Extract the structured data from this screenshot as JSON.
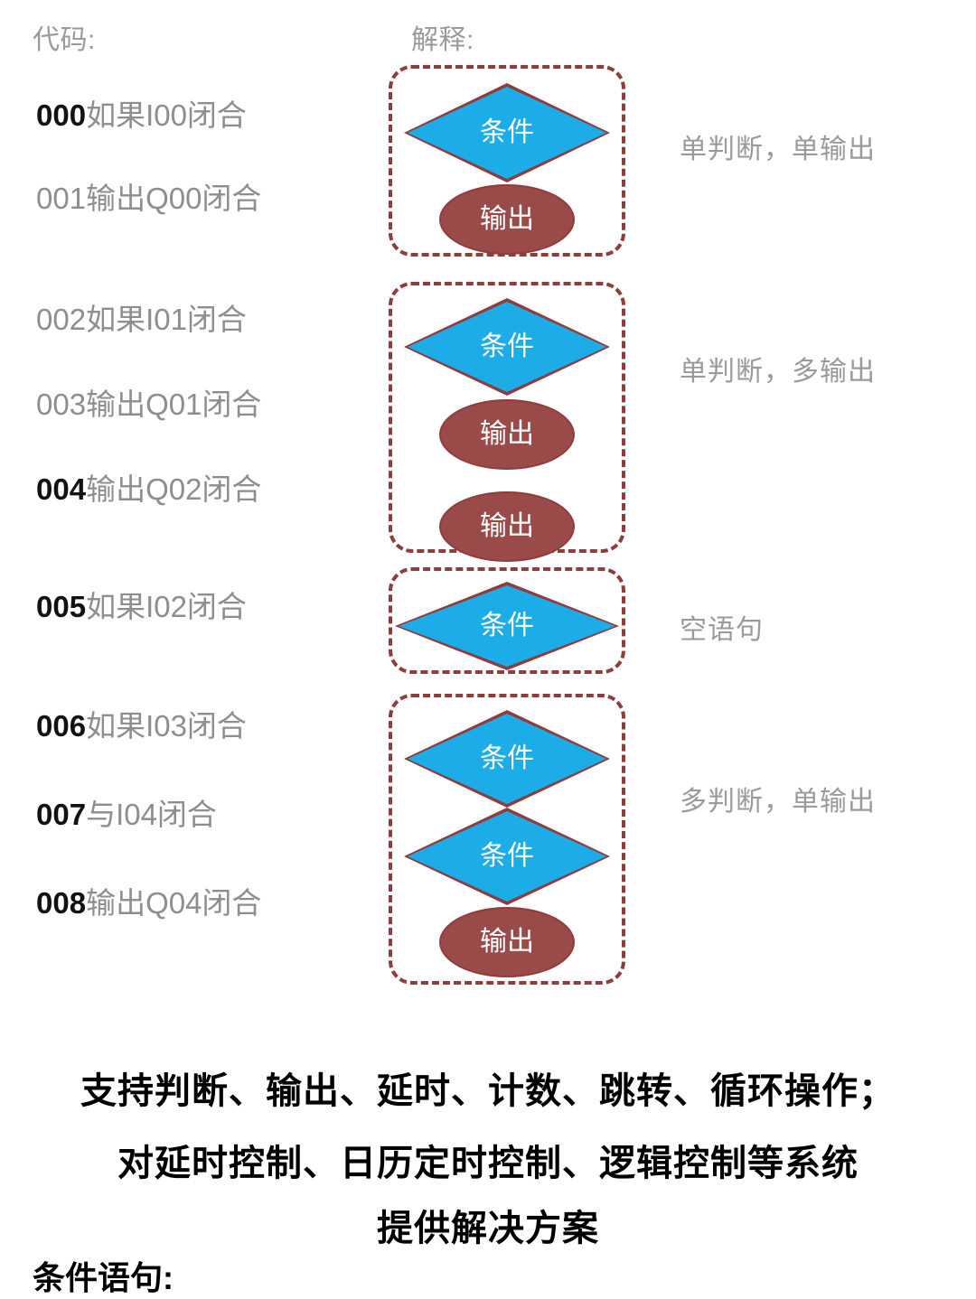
{
  "headers": {
    "code": "代码:",
    "explanation": "解释:"
  },
  "code_lines": [
    {
      "num": "000",
      "text": "如果I00闭合",
      "emphasis": true
    },
    {
      "num": "001",
      "text": "输出Q00闭合",
      "emphasis": false
    },
    {
      "num": "002",
      "text": "如果I01闭合",
      "emphasis": false
    },
    {
      "num": "003",
      "text": "输出Q01闭合",
      "emphasis": false
    },
    {
      "num": "004",
      "text": "输出Q02闭合",
      "emphasis": true
    },
    {
      "num": "005",
      "text": "如果I02闭合",
      "emphasis": true
    },
    {
      "num": "006",
      "text": "如果I03闭合",
      "emphasis": true
    },
    {
      "num": "007",
      "text": "与I04闭合",
      "emphasis": true
    },
    {
      "num": "008",
      "text": "输出Q04闭合",
      "emphasis": true
    }
  ],
  "groups": [
    {
      "annotation": "单判断，单输出",
      "shapes": [
        {
          "kind": "diamond",
          "label": "条件"
        },
        {
          "kind": "ellipse",
          "label": "输出"
        }
      ]
    },
    {
      "annotation": "单判断，多输出",
      "shapes": [
        {
          "kind": "diamond",
          "label": "条件"
        },
        {
          "kind": "ellipse",
          "label": "输出"
        },
        {
          "kind": "ellipse",
          "label": "输出"
        }
      ]
    },
    {
      "annotation": "空语句",
      "shapes": [
        {
          "kind": "diamond",
          "label": "条件"
        }
      ]
    },
    {
      "annotation": "多判断，单输出",
      "shapes": [
        {
          "kind": "diamond",
          "label": "条件"
        },
        {
          "kind": "diamond",
          "label": "条件"
        },
        {
          "kind": "ellipse",
          "label": "输出"
        }
      ]
    }
  ],
  "paragraph": [
    "支持判断、输出、延时、计数、跳转、循环操作；",
    "对延时控制、日历定时控制、逻辑控制等系统",
    "提供解决方案"
  ],
  "footer_label": "条件语句:",
  "colors": {
    "condition_fill": "#1CACE8",
    "shape_border": "#8F3C3C",
    "output_fill": "#9B4A4A",
    "group_border": "#8F3C3C",
    "muted_text": "#8E8E8E",
    "emphasis_text": "#121212"
  }
}
